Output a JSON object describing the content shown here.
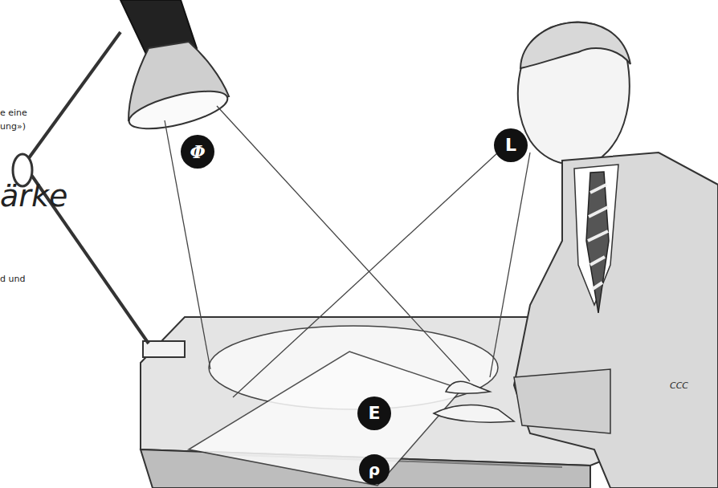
{
  "diagram": {
    "nodes": [
      {
        "text": [
          "Φ"
        ]
      },
      {
        "text": [
          "L"
        ]
      },
      {
        "text": [
          "E"
        ]
      },
      {
        "text": [
          "ρ"
        ]
      }
    ],
    "labels": [
      "e eine",
      "ung»)",
      "ärke",
      "d und",
      "CCC"
    ]
  }
}
